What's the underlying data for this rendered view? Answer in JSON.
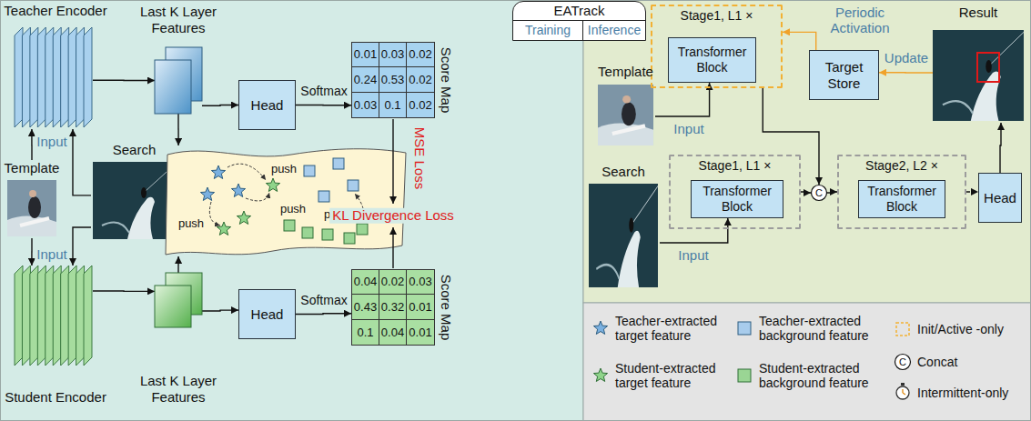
{
  "diagram": {
    "nodes": [
      {
        "text": [
          "Teacher Encoder"
        ]
      },
      {
        "text": [
          "Last K Layer Features"
        ]
      },
      {
        "text": [
          "Head"
        ]
      },
      {
        "text": [
          "0.01",
          "0.03",
          "0.02",
          "0.24",
          "0.53",
          "0.02",
          "0.03",
          "0.1",
          "0.02",
          "Score Map"
        ]
      },
      {
        "text": [
          "Template"
        ]
      },
      {
        "text": [
          "Search"
        ]
      },
      {
        "text": [
          "push",
          "push",
          "push",
          "push"
        ]
      },
      {
        "text": [
          "Student Encoder"
        ]
      },
      {
        "text": [
          "Last K Layer Features"
        ]
      },
      {
        "text": [
          "Head"
        ]
      },
      {
        "text": [
          "0.04",
          "0.02",
          "0.03",
          "0.43",
          "0.32",
          "0.01",
          "0.1",
          "0.04",
          "0.01",
          "Score Map"
        ]
      },
      {
        "text": [
          "EATrack"
        ]
      },
      {
        "text": [
          "Training"
        ],
        "in": 11
      },
      {
        "text": [
          "Inference"
        ],
        "in": 11
      },
      {
        "text": [
          "Stage1, L1 ×"
        ]
      },
      {
        "text": [
          "Transformer Block"
        ],
        "in": 14
      },
      {
        "text": [
          "Target Store"
        ]
      },
      {
        "text": [
          "Result"
        ]
      },
      {
        "text": [
          "Template"
        ]
      },
      {
        "text": [
          "Search"
        ]
      },
      {
        "text": [
          "Stage1, L1 ×"
        ]
      },
      {
        "text": [
          "Transformer Block"
        ],
        "in": 20
      },
      {
        "text": [
          "C"
        ]
      },
      {
        "text": [
          "Stage2, L2 ×"
        ]
      },
      {
        "text": [
          "Transformer Block"
        ],
        "in": 23
      },
      {
        "text": [
          "Head"
        ]
      }
    ],
    "edges": [
      {
        "from": 4,
        "to": 0,
        "arrow": "to",
        "label": "Input"
      },
      {
        "from": 5,
        "to": 0,
        "arrow": "to"
      },
      {
        "from": 0,
        "to": 1,
        "arrow": "to"
      },
      {
        "from": 1,
        "to": 2,
        "arrow": "to"
      },
      {
        "from": 2,
        "to": 3,
        "arrow": "to",
        "label": "Softmax"
      },
      {
        "from": 1,
        "to": 6,
        "arrow": "to"
      },
      {
        "from": 4,
        "to": 7,
        "arrow": "to",
        "label": "Input"
      },
      {
        "from": 5,
        "to": 7,
        "arrow": "to"
      },
      {
        "from": 7,
        "to": 8,
        "arrow": "to"
      },
      {
        "from": 8,
        "to": 9,
        "arrow": "to"
      },
      {
        "from": 9,
        "to": 10,
        "arrow": "to",
        "label": "Softmax"
      },
      {
        "from": 8,
        "to": 6,
        "arrow": "to"
      },
      {
        "from": 18,
        "to": 15,
        "arrow": "to",
        "label": "Input"
      },
      {
        "from": 19,
        "to": 21,
        "arrow": "to",
        "label": "Input"
      },
      {
        "from": 14,
        "to": 22,
        "arrow": "to"
      },
      {
        "from": 20,
        "to": 22,
        "arrow": "to"
      },
      {
        "from": 22,
        "to": 23,
        "arrow": "to"
      },
      {
        "from": 23,
        "to": 25,
        "arrow": "to"
      },
      {
        "from": 25,
        "to": 17,
        "arrow": "to"
      },
      {
        "from": 17,
        "to": 16,
        "arrow": "to",
        "label": "Update"
      },
      {
        "from": 16,
        "to": 14,
        "arrow": "to",
        "label": "Periodic Activation"
      }
    ],
    "labels": [
      "MSE Loss",
      "KL Divergence Loss",
      "C"
    ],
    "legend": [
      {
        "text": "Teacher-extracted target feature"
      },
      {
        "text": "Teacher-extracted background feature"
      },
      {
        "text": "Init/Active -only"
      },
      {
        "text": "Student-extracted target feature"
      },
      {
        "text": "Student-extracted background feature"
      },
      {
        "text": "Concat"
      },
      {
        "text": "Intermittent-only"
      }
    ]
  }
}
